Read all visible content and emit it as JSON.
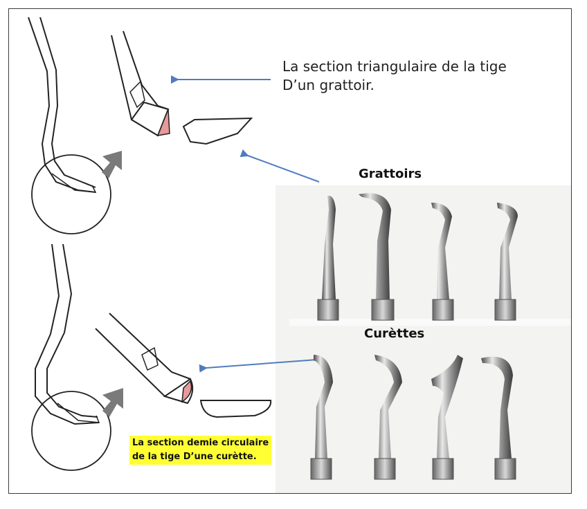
{
  "captions": {
    "triangular_line1": "La section triangulaire de la tige",
    "triangular_line2": "D’un grattoir.",
    "semicircular_line1": "La section demie circulaire",
    "semicircular_line2": "de la tige  D’une curètte."
  },
  "labels": {
    "grattoirs": "Grattoirs",
    "curettes": "Curèttes"
  },
  "colors": {
    "arrow": "#4f7cc0",
    "section_fill": "#e69a9a",
    "highlight": "#ffff33",
    "grey_arrow": "#7a7a7a",
    "steel": "#9a9a9a"
  },
  "icons": {
    "pointer": "arrow-icon",
    "rotation": "rotation-arrow-icon"
  }
}
